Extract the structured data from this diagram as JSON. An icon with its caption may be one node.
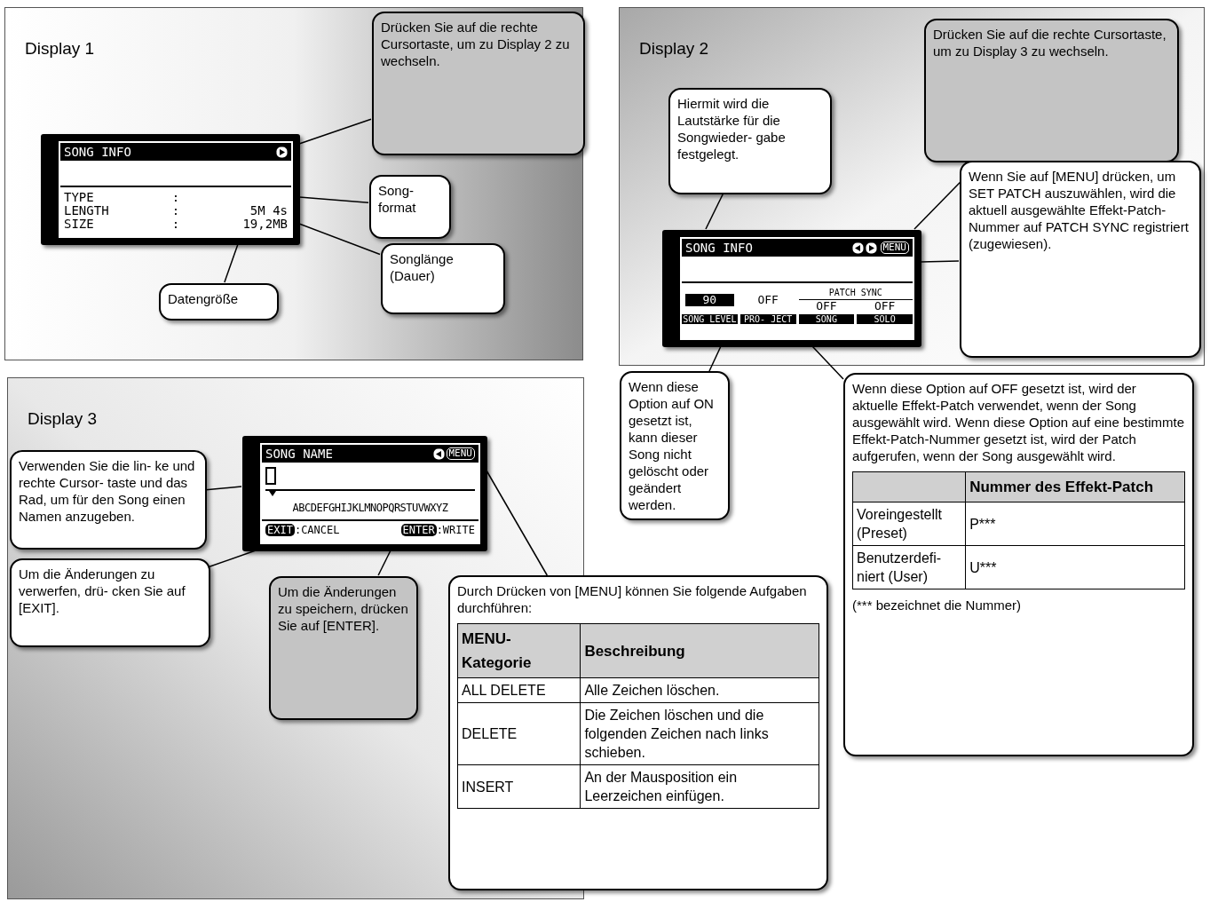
{
  "diagram": {
    "nodes": [
      {
        "text": [
          "Display 1"
        ]
      },
      {
        "text": [
          "SONG INFO",
          "TYPE",
          ":",
          "LENGTH",
          ":",
          "5M 4s",
          "SIZE",
          ":",
          "19,2MB"
        ],
        "in": 0
      },
      {
        "text": [
          "Drücken Sie auf die rechte Cursortaste, um zu Display 2 zu wechseln."
        ],
        "in": 0
      },
      {
        "text": [
          "Song- format"
        ],
        "in": 0
      },
      {
        "text": [
          "Songlänge (Dauer)"
        ],
        "in": 0
      },
      {
        "text": [
          "Datengröße"
        ],
        "in": 0
      },
      {
        "text": [
          "Display 2"
        ]
      },
      {
        "text": [
          "SONG INFO",
          "MENU",
          "90",
          "OFF",
          "PATCH SYNC",
          "OFF",
          "OFF",
          "SONG LEVEL",
          "PRO- JECT",
          "SONG",
          "SOLO"
        ],
        "in": 6
      },
      {
        "text": [
          "Hiermit wird die Lautstärke für die Songwieder- gabe festgelegt."
        ],
        "in": 6
      },
      {
        "text": [
          "Drücken Sie auf die rechte Cursortaste, um zu Display 3 zu wechseln."
        ],
        "in": 6
      },
      {
        "text": [
          "Wenn Sie auf [MENU] drücken, um SET PATCH auszuwählen, wird die aktuell ausgewählte Effekt-Patch-Nummer auf PATCH SYNC registriert (zugewiesen)."
        ],
        "in": 6
      },
      {
        "text": [
          "Wenn diese Option auf ON gesetzt ist, kann dieser Song nicht gelöscht oder geändert werden."
        ]
      },
      {
        "text": [
          "Wenn diese Option auf OFF gesetzt ist, wird der aktuelle Effekt-Patch verwendet, wenn der Song ausgewählt wird. Wenn diese Option auf eine bestimmte Effekt-Patch-Nummer gesetzt ist, wird der Patch aufgerufen, wenn der Song ausgewählt wird.",
          "Nummer des Effekt-Patch",
          "Voreingestellt (Preset)",
          "P***",
          "Benutzerdefi- niert (User)",
          "U***",
          "(*** bezeichnet die Nummer)"
        ]
      },
      {
        "text": [
          "Display 3"
        ]
      },
      {
        "text": [
          "SONG NAME",
          "MENU",
          "ABCDEFGHIJKLMNOPQRSTUVWXYZ",
          "EXIT",
          ":CANCEL",
          "ENTER",
          ":WRITE"
        ],
        "in": 13
      },
      {
        "text": [
          "Verwenden Sie die lin- ke und rechte Cursor- taste und das Rad, um für den Song einen Namen anzugeben."
        ],
        "in": 13
      },
      {
        "text": [
          "Um die Änderungen zu verwerfen, drü- cken Sie auf [EXIT]."
        ],
        "in": 13
      },
      {
        "text": [
          "Um die Änderungen zu speichern, drücken Sie auf [ENTER]."
        ],
        "in": 13
      },
      {
        "text": [
          "Durch Drücken von [MENU] können Sie folgende Aufgaben durchführen:",
          "MENU- Kategorie",
          "Beschreibung",
          "ALL DELETE",
          "Alle Zeichen löschen.",
          "DELETE",
          "Die Zeichen löschen und die folgenden Zeichen nach links schieben.",
          "INSERT",
          "An der Mausposition ein Leerzeichen einfügen."
        ]
      }
    ],
    "edges": [
      {
        "from": 2,
        "to": 1,
        "arrow": "none"
      },
      {
        "from": 3,
        "to": 1,
        "arrow": "none"
      },
      {
        "from": 4,
        "to": 1,
        "arrow": "none"
      },
      {
        "from": 5,
        "to": 1,
        "arrow": "none"
      },
      {
        "from": 8,
        "to": 7,
        "arrow": "none"
      },
      {
        "from": 9,
        "to": 7,
        "arrow": "none"
      },
      {
        "from": 10,
        "to": 7,
        "arrow": "none"
      },
      {
        "from": 11,
        "to": 7,
        "arrow": "none"
      },
      {
        "from": 12,
        "to": 7,
        "arrow": "none"
      },
      {
        "from": 15,
        "to": 14,
        "arrow": "none"
      },
      {
        "from": 16,
        "to": 14,
        "arrow": "none"
      },
      {
        "from": 17,
        "to": 14,
        "arrow": "none"
      },
      {
        "from": 18,
        "to": 14,
        "arrow": "none"
      }
    ]
  }
}
